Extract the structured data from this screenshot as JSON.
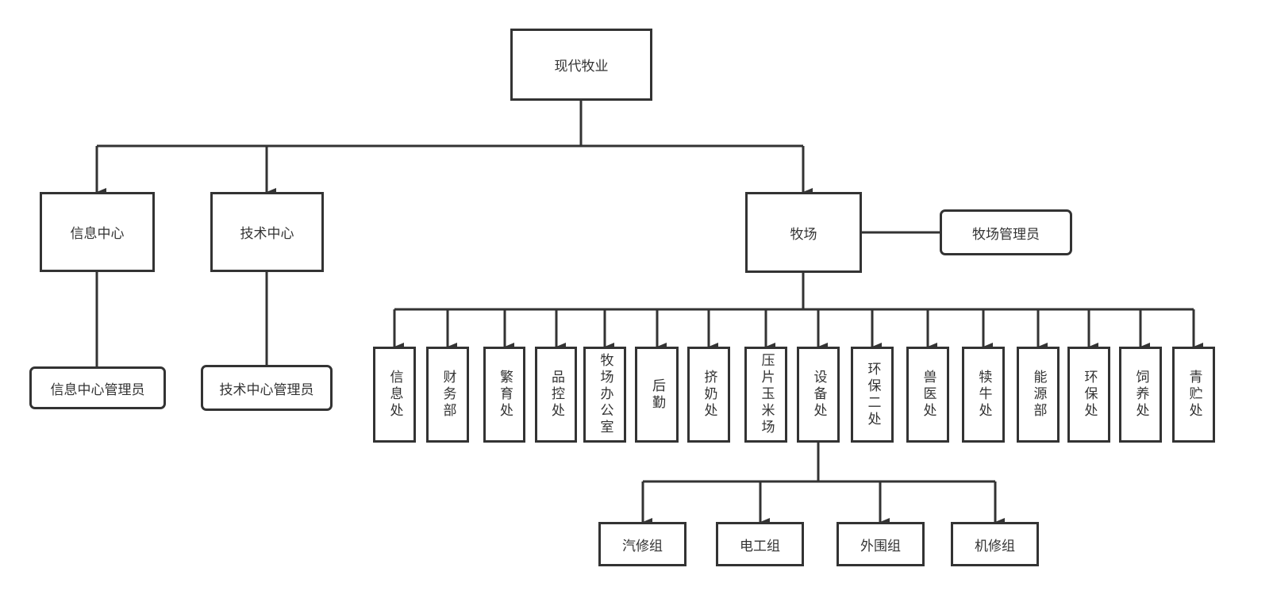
{
  "diagram": {
    "type": "org-chart",
    "root": {
      "id": "root",
      "label": "现代牧业"
    },
    "level1": [
      {
        "id": "info-center",
        "label": "信息中心"
      },
      {
        "id": "tech-center",
        "label": "技术中心"
      },
      {
        "id": "ranch",
        "label": "牧场"
      }
    ],
    "admins": [
      {
        "id": "info-admin",
        "label": "信息中心管理员",
        "attached_to": "info-center"
      },
      {
        "id": "tech-admin",
        "label": "技术中心管理员",
        "attached_to": "tech-center"
      },
      {
        "id": "ranch-admin",
        "label": "牧场管理员",
        "attached_to": "ranch"
      }
    ],
    "ranch_departments": [
      {
        "id": "d1",
        "label": "信息处"
      },
      {
        "id": "d2",
        "label": "财务部"
      },
      {
        "id": "d3",
        "label": "繁育处"
      },
      {
        "id": "d4",
        "label": "品控处"
      },
      {
        "id": "d5",
        "label": "牧场办公室"
      },
      {
        "id": "d6",
        "label": "后勤"
      },
      {
        "id": "d7",
        "label": "挤奶处"
      },
      {
        "id": "d8",
        "label": "压片玉米场"
      },
      {
        "id": "d9",
        "label": "设备处"
      },
      {
        "id": "d10",
        "label": "环保二处"
      },
      {
        "id": "d11",
        "label": "兽医处"
      },
      {
        "id": "d12",
        "label": "犊牛处"
      },
      {
        "id": "d13",
        "label": "能源部"
      },
      {
        "id": "d14",
        "label": "环保处"
      },
      {
        "id": "d15",
        "label": "饲养处"
      },
      {
        "id": "d16",
        "label": "青贮处"
      }
    ],
    "equipment_groups": [
      {
        "id": "g1",
        "label": "汽修组"
      },
      {
        "id": "g2",
        "label": "电工组"
      },
      {
        "id": "g3",
        "label": "外围组"
      },
      {
        "id": "g4",
        "label": "机修组"
      }
    ],
    "colors": {
      "stroke": "#333333",
      "fill": "#ffffff",
      "text": "#333333"
    }
  }
}
